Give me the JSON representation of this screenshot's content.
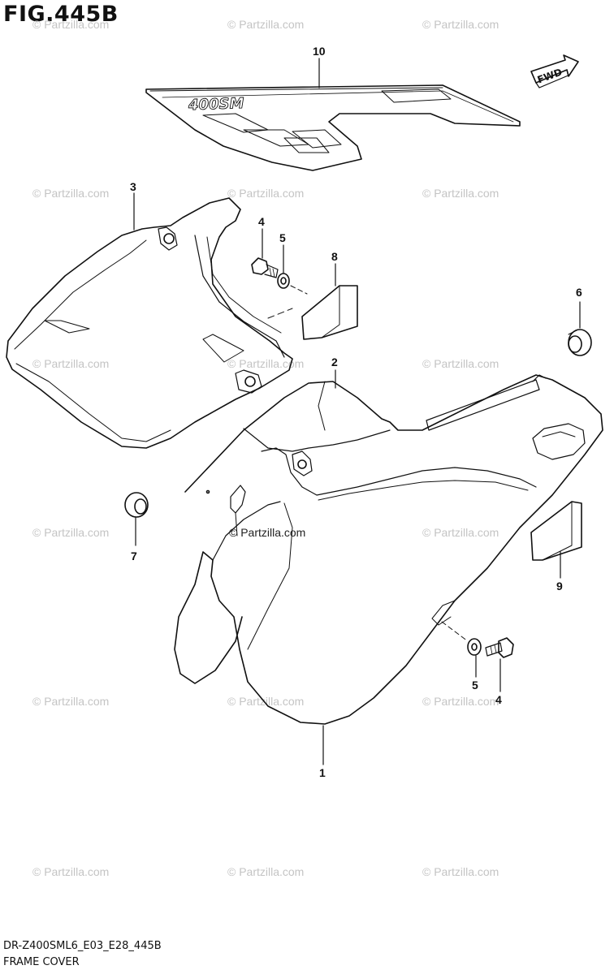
{
  "figure_title": "FIG.445B",
  "watermark_text": "© Partzilla.com",
  "center_watermark": "© Partzilla.com",
  "fwd_label": "FWD",
  "decal_text": "400SM",
  "callouts": {
    "c10": "10",
    "c3": "3",
    "c4a": "4",
    "c5a": "5",
    "c8": "8",
    "c6": "6",
    "c2": "2",
    "c7": "7",
    "c9": "9",
    "c5b": "5",
    "c4b": "4",
    "c1": "1"
  },
  "footer": {
    "code": "DR-Z400SML6_E03_E28_445B",
    "name": "FRAME COVER"
  },
  "colors": {
    "line": "#111111",
    "watermark": "#c4c4c4",
    "background": "#ffffff"
  }
}
